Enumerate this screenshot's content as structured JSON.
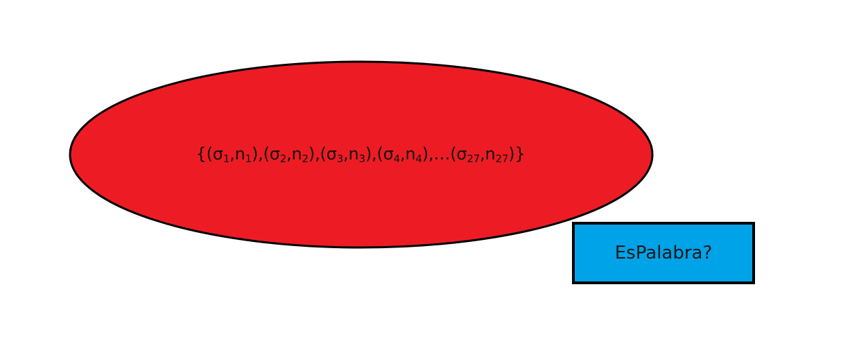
{
  "diagram": {
    "set": {
      "open": "{ ",
      "sep": ", ",
      "ellipsis": "… ",
      "close": "}",
      "pairs": [
        {
          "sym": "σ",
          "sym_sub": "1",
          "num": "n",
          "num_sub": "1"
        },
        {
          "sym": "σ",
          "sym_sub": "2",
          "num": "n",
          "num_sub": "2"
        },
        {
          "sym": "σ",
          "sym_sub": "3",
          "num": "n",
          "num_sub": "3"
        },
        {
          "sym": "σ",
          "sym_sub": "4",
          "num": "n",
          "num_sub": "4"
        },
        {
          "sym": "σ",
          "sym_sub": "27",
          "num": "n",
          "num_sub": "27"
        }
      ]
    },
    "function_box": {
      "label": "EsPalabra?"
    },
    "colors": {
      "ellipse_fill": "#ed1c24",
      "box_fill": "#00a2e8",
      "outline": "#000000",
      "text": "#111111"
    }
  }
}
